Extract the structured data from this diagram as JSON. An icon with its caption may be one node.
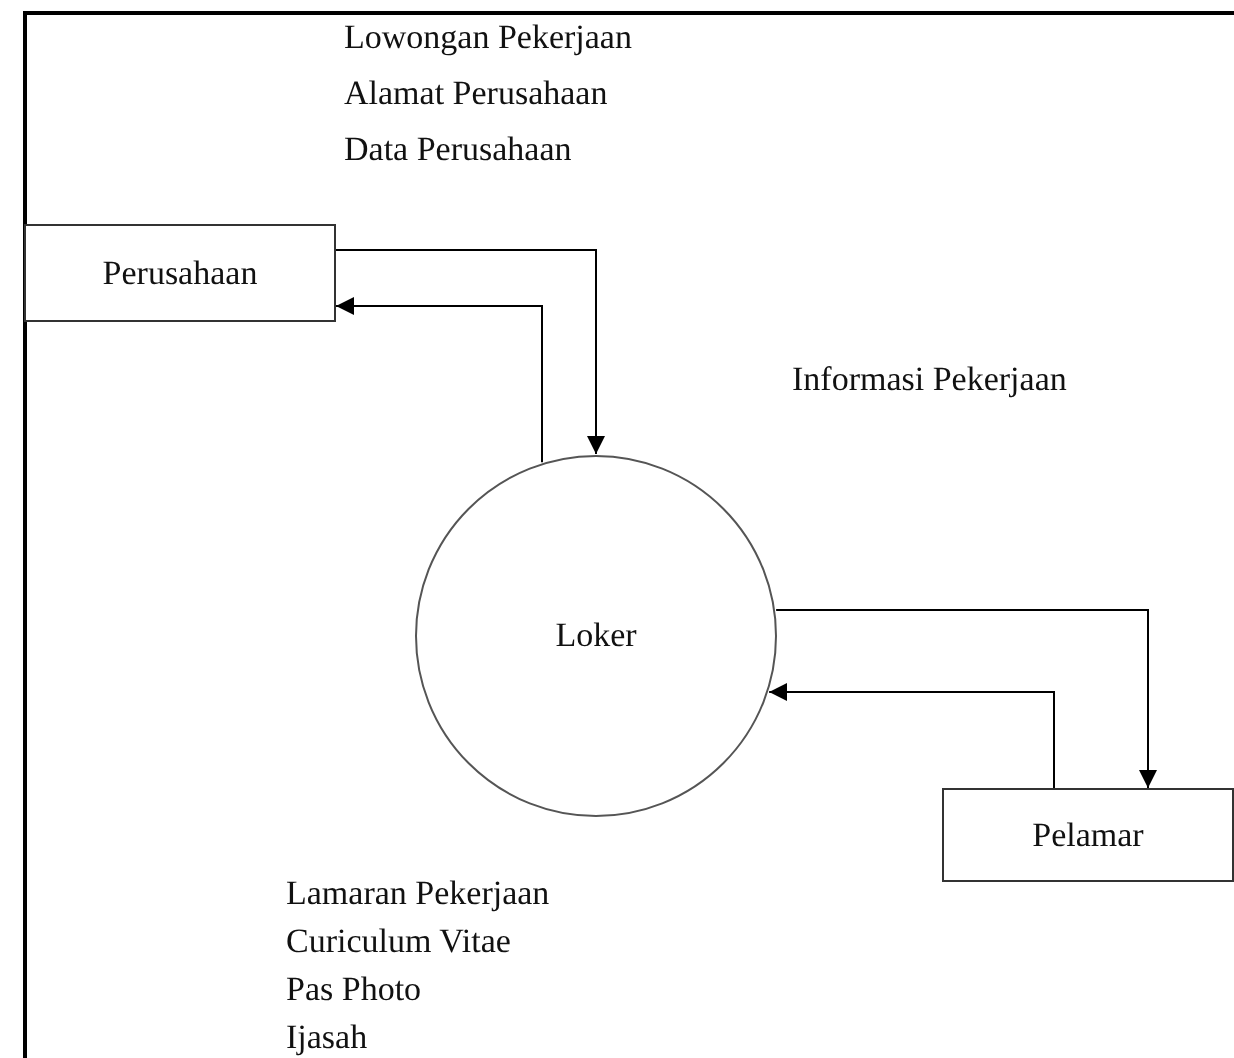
{
  "diagram": {
    "nodes": [
      {
        "text": [
          "Perusahaan"
        ]
      },
      {
        "text": [
          "Loker"
        ]
      },
      {
        "text": [
          "Pelamar"
        ]
      }
    ],
    "edges": [
      {
        "from": 0,
        "to": 1,
        "arrow": "to"
      },
      {
        "from": 1,
        "to": 0,
        "arrow": "to"
      },
      {
        "from": 1,
        "to": 2,
        "arrow": "to"
      },
      {
        "from": 2,
        "to": 1,
        "arrow": "to"
      }
    ],
    "labels": [
      "Lowongan Pekerjaan",
      "Alamat Perusahaan",
      "Data Perusahaan",
      "Informasi Pekerjaan",
      "Lamaran Pekerjaan",
      "Curiculum Vitae",
      "Pas Photo",
      "Ijasah"
    ]
  }
}
